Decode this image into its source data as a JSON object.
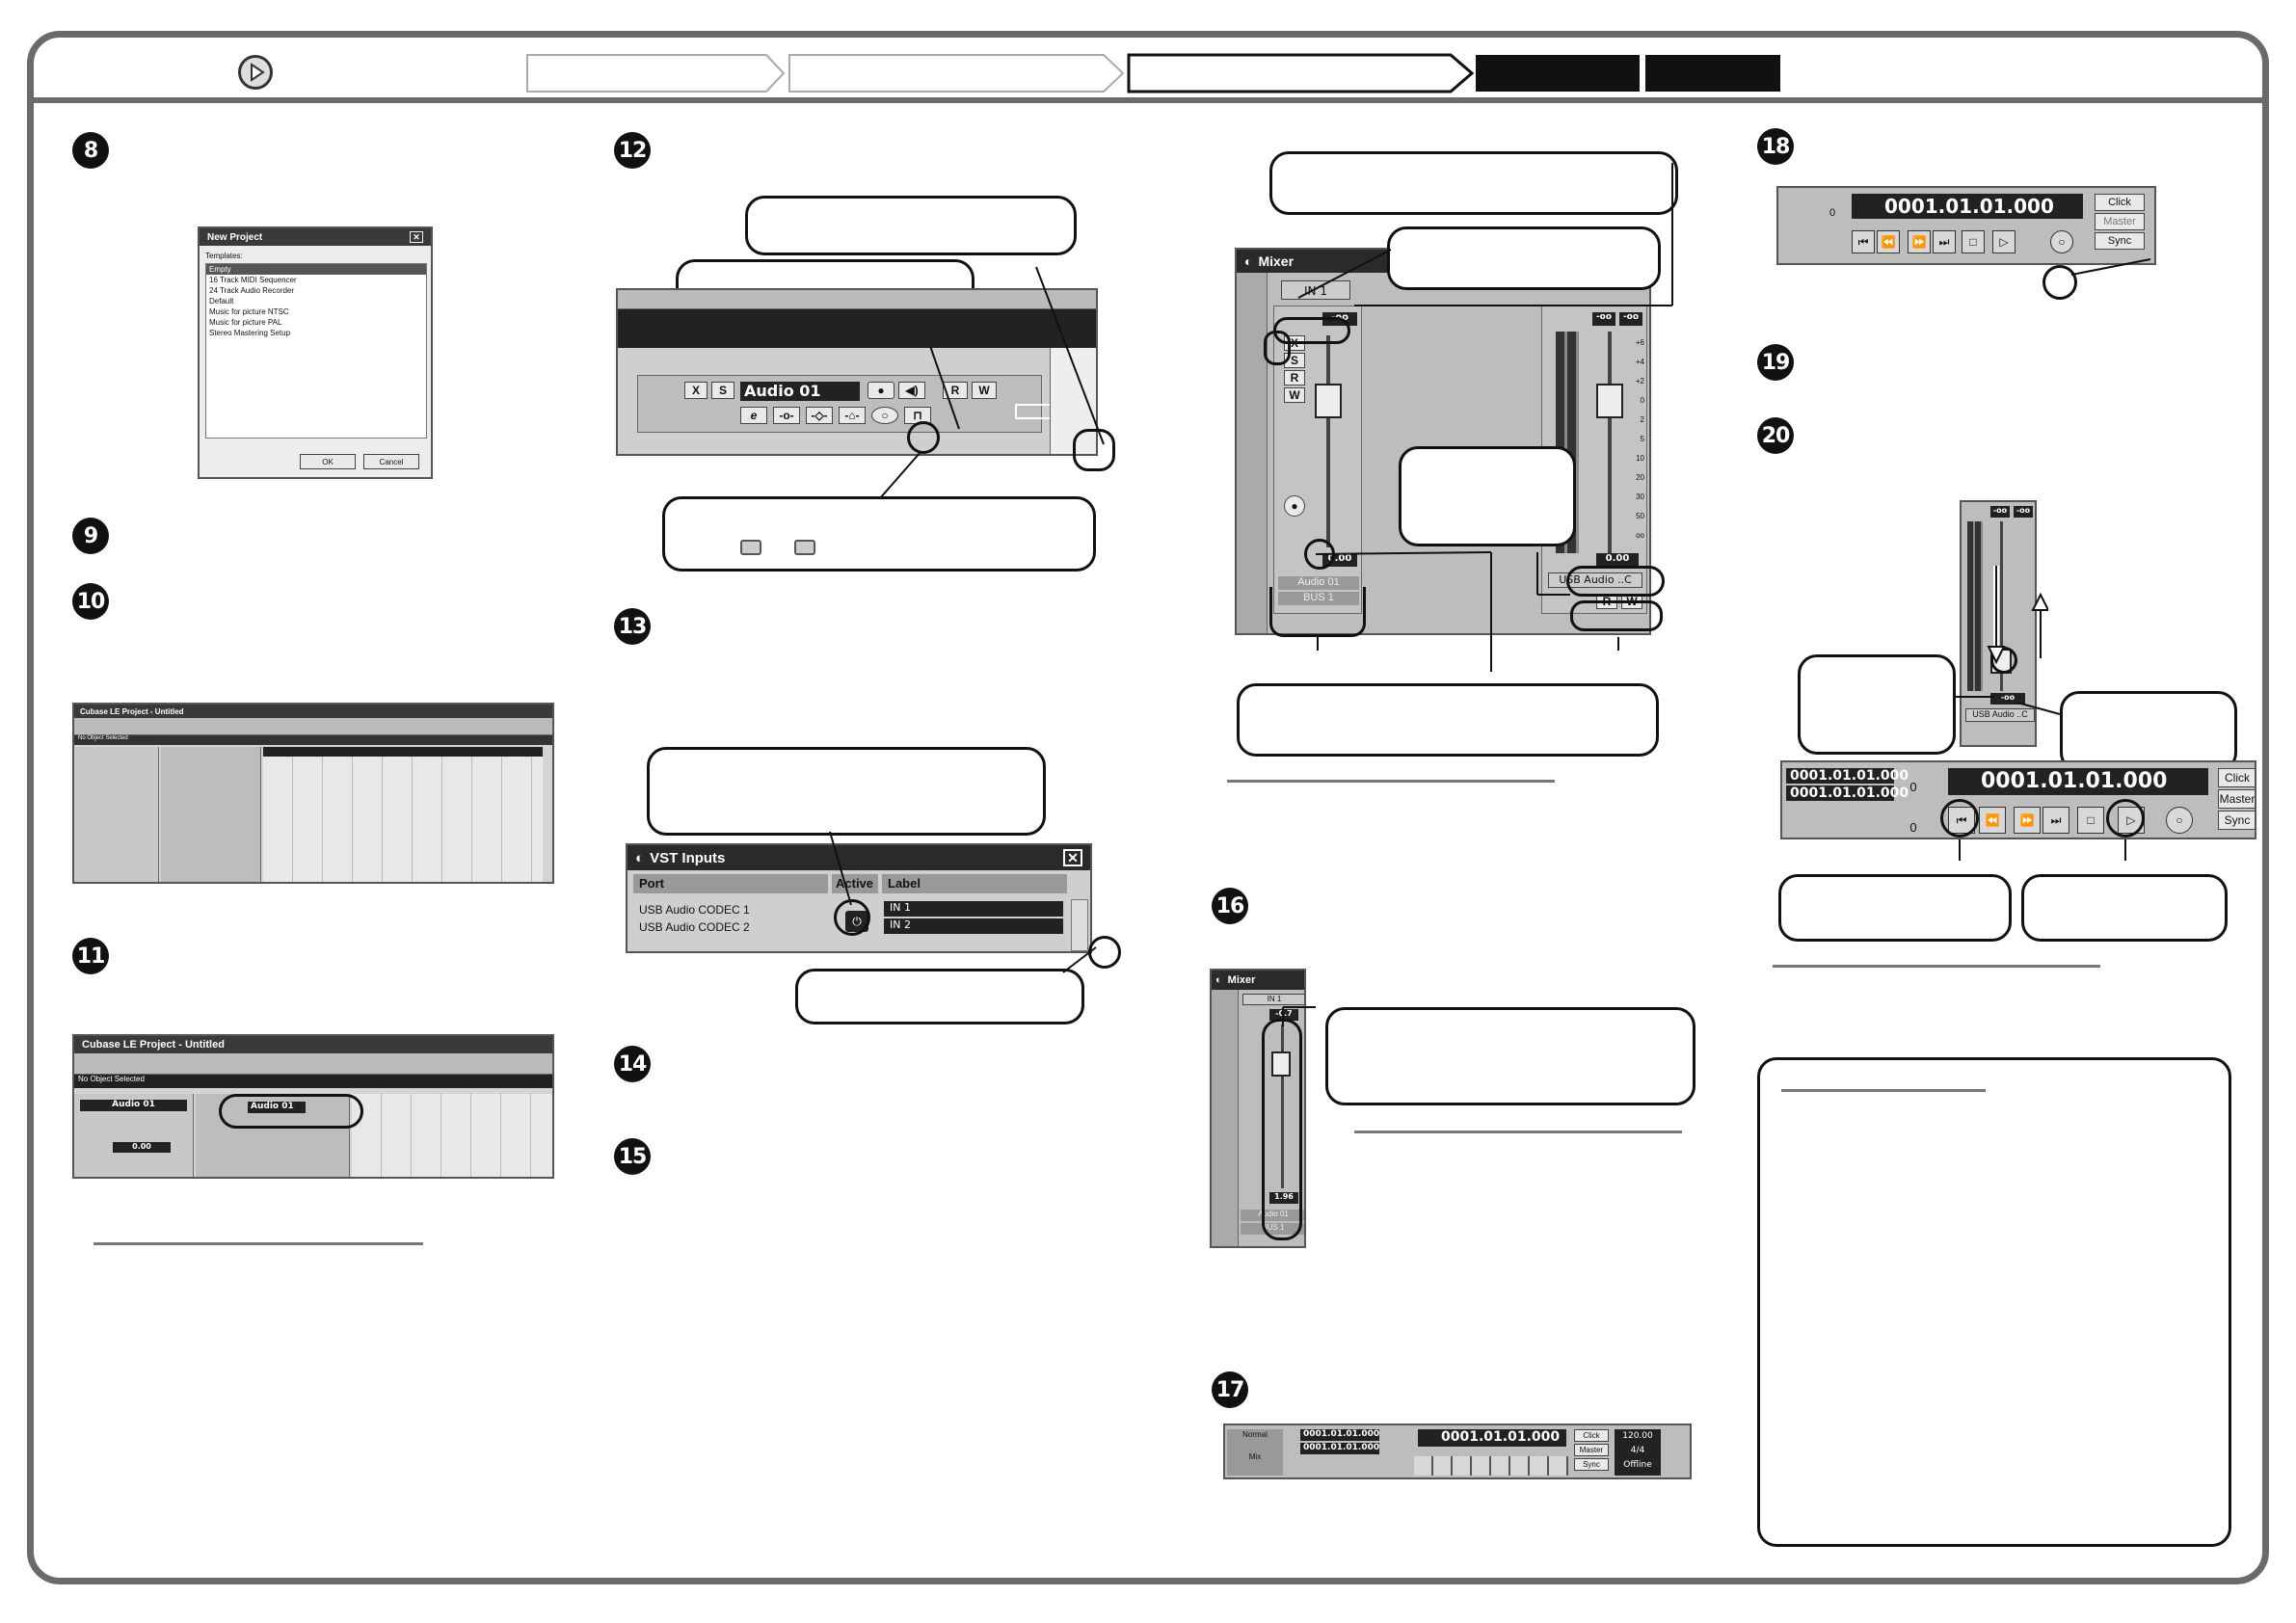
{
  "steps": {
    "s8": "8",
    "s9": "9",
    "s10": "10",
    "s11": "11",
    "s12": "12",
    "s13": "13",
    "s14": "14",
    "s15": "15",
    "s16": "16",
    "s17": "17",
    "s18": "18",
    "s19": "19",
    "s20": "20"
  },
  "new_project": {
    "title": "New Project",
    "templates_label": "Templates:",
    "items": [
      "Empty",
      "16 Track MIDI Sequencer",
      "24 Track Audio Recorder",
      "Default",
      "Music for picture NTSC",
      "Music for picture PAL",
      "Stereo Mastering Setup"
    ],
    "ok": "OK",
    "cancel": "Cancel"
  },
  "project_window": {
    "title": "Cubase LE Project - Untitled",
    "no_object": "No Object Selected",
    "track_name": "Audio 01",
    "zoom_value": "0.00"
  },
  "track_header": {
    "name": "Audio 01",
    "btn_x": "X",
    "btn_s": "S",
    "btn_r": "R",
    "btn_w": "W",
    "btn_e": "e"
  },
  "vst_inputs": {
    "title": "VST Inputs",
    "headers": [
      "Port",
      "Active",
      "Label"
    ],
    "rows": [
      {
        "port": "USB Audio CODEC  1",
        "label": "IN 1"
      },
      {
        "port": "USB Audio CODEC  2",
        "label": "IN 2"
      }
    ]
  },
  "mixer": {
    "title": "Mixer",
    "input": "IN 1",
    "inf": "-oo",
    "channel_value": "0.00",
    "channel_name": "Audio 01",
    "bus": "BUS 1",
    "output": "USB Audio ..C",
    "master_value": "0.00",
    "scale": [
      "+6",
      "+4",
      "+2",
      "0",
      "2",
      "5",
      "10",
      "20",
      "30",
      "50",
      "oo"
    ]
  },
  "mixer_small": {
    "title": "Mixer",
    "input": "IN 1",
    "top_value": "-0.7",
    "bottom_value": "1.96",
    "channel_name": "Audio 01",
    "bus": "BUS 1"
  },
  "transport": {
    "position": "0001.01.01.000",
    "left_locator": "0001.01.01.000",
    "right_locator": "0001.01.01.000",
    "click": "Click",
    "master": "Master",
    "sync": "Sync",
    "zero": "0",
    "mode_normal": "Normal",
    "mode_mix": "Mix",
    "tempo": "120.00",
    "signature": "4/4",
    "offline": "Offline"
  },
  "output_fader": {
    "inf": "-oo",
    "output": "USB Audio ..C"
  }
}
